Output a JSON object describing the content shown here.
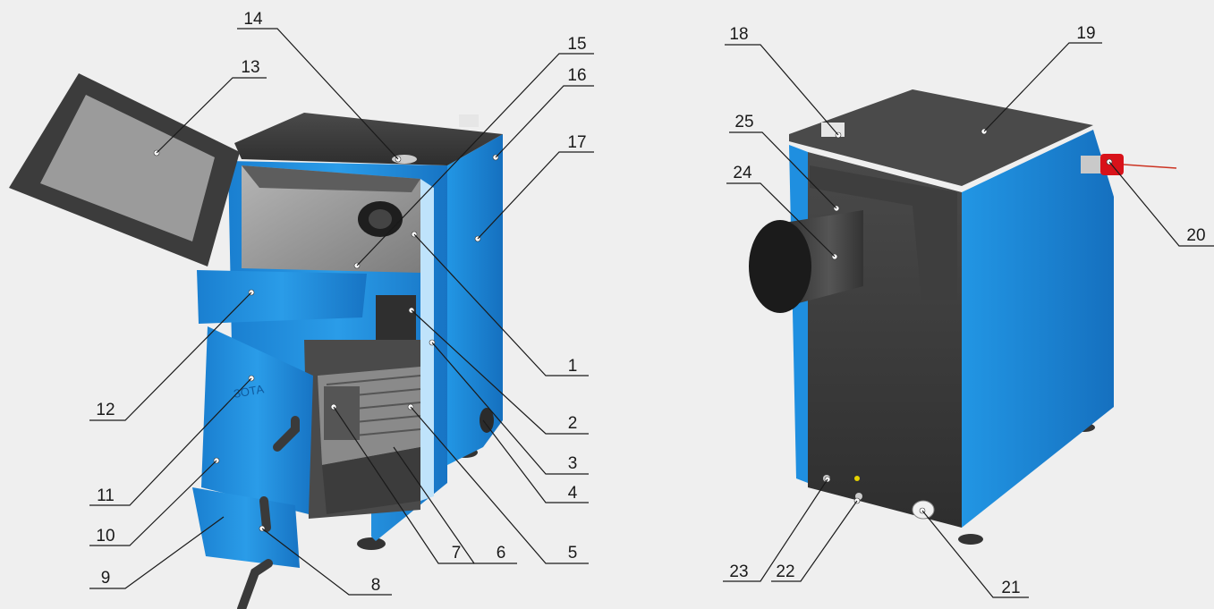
{
  "colors": {
    "background": "#efefef",
    "body_blue": "#1f8fe0",
    "body_blue_dark": "#1467b3",
    "steel_dark": "#3a3a3a",
    "steel_mid": "#555555",
    "interior_grey": "#9a9a9a",
    "thermostat_red": "#d8121a"
  },
  "callouts": [
    {
      "id": "1",
      "label": "1"
    },
    {
      "id": "2",
      "label": "2"
    },
    {
      "id": "3",
      "label": "3"
    },
    {
      "id": "4",
      "label": "4"
    },
    {
      "id": "5",
      "label": "5"
    },
    {
      "id": "6",
      "label": "6"
    },
    {
      "id": "7",
      "label": "7"
    },
    {
      "id": "8",
      "label": "8"
    },
    {
      "id": "9",
      "label": "9"
    },
    {
      "id": "10",
      "label": "10"
    },
    {
      "id": "11",
      "label": "11"
    },
    {
      "id": "12",
      "label": "12"
    },
    {
      "id": "13",
      "label": "13"
    },
    {
      "id": "14",
      "label": "14"
    },
    {
      "id": "15",
      "label": "15"
    },
    {
      "id": "16",
      "label": "16"
    },
    {
      "id": "17",
      "label": "17"
    },
    {
      "id": "18",
      "label": "18"
    },
    {
      "id": "19",
      "label": "19"
    },
    {
      "id": "20",
      "label": "20"
    },
    {
      "id": "21",
      "label": "21"
    },
    {
      "id": "22",
      "label": "22"
    },
    {
      "id": "23",
      "label": "23"
    },
    {
      "id": "24",
      "label": "24"
    },
    {
      "id": "25",
      "label": "25"
    }
  ],
  "door_logo": "ЗОТА"
}
